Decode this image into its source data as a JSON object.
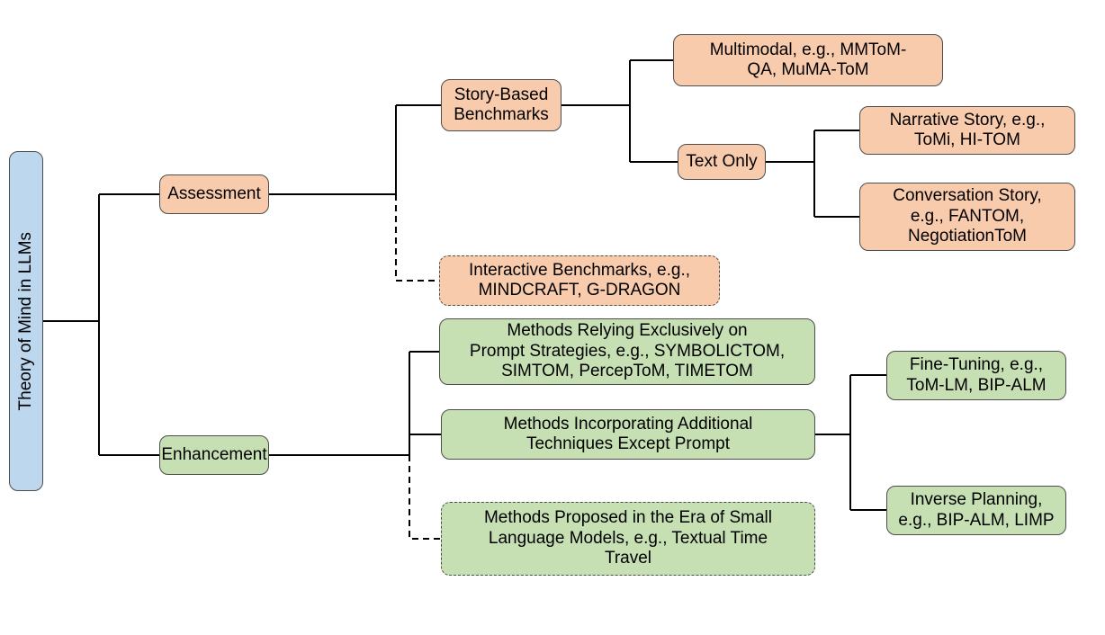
{
  "colors": {
    "root_fill": "#BDD7EE",
    "assessment_fill": "#F8CBAD",
    "enhancement_fill": "#C6E0B4",
    "border": "#4d4d4d",
    "line": "#000000"
  },
  "nodes": {
    "root": "Theory of Mind in LLMs",
    "assessment": "Assessment",
    "story_based": "Story-Based\nBenchmarks",
    "multimodal": "Multimodal, e.g., MMToM-\nQA, MuMA-ToM",
    "text_only": "Text Only",
    "narrative": "Narrative Story, e.g.,\nToMi, HI-TOM",
    "conversation": "Conversation Story,\ne.g., FANTOM,\nNegotiationToM",
    "interactive": "Interactive Benchmarks, e.g.,\nMINDCRAFT, G-DRAGON",
    "enhancement": "Enhancement",
    "prompt_methods": "Methods Relying Exclusively on\nPrompt Strategies, e.g., SYMBOLICTOM,\nSIMTOM, PercepToM, TIMETOM",
    "additional_methods": "Methods Incorporating Additional\nTechniques Except Prompt",
    "fine_tuning": "Fine-Tuning, e.g.,\nToM-LM, BIP-ALM",
    "inverse_planning": "Inverse Planning,\ne.g., BIP-ALM, LIMP",
    "small_lm": "Methods Proposed in the Era of Small\nLanguage Models, e.g., Textual Time\nTravel"
  }
}
